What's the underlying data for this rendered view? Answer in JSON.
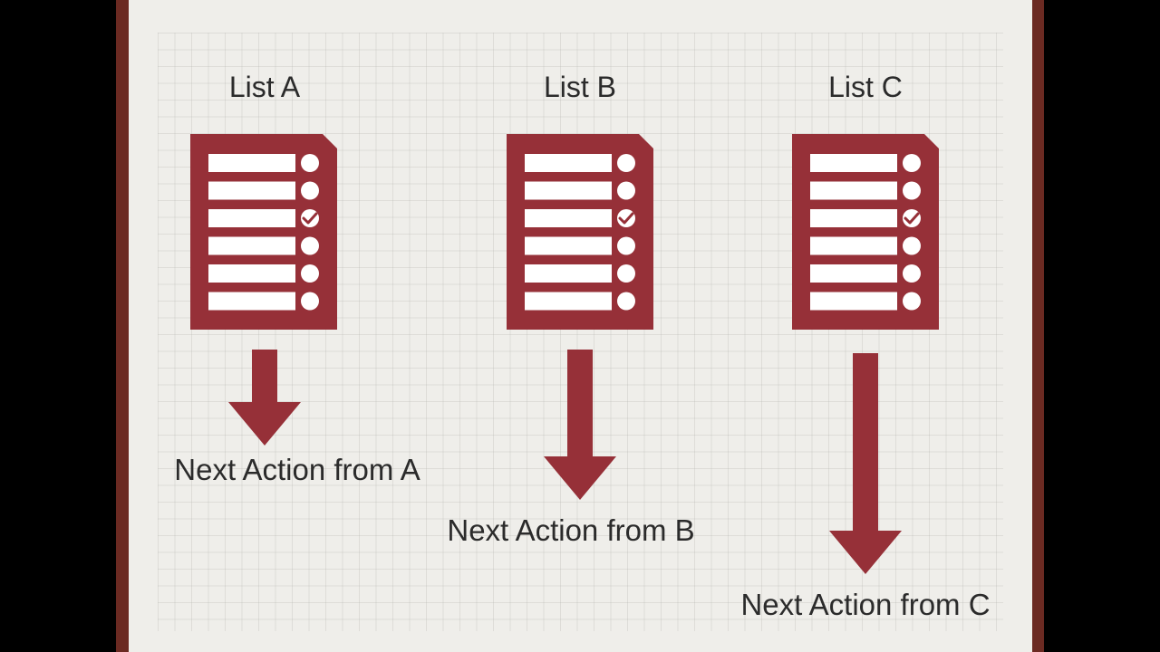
{
  "colors": {
    "accent": "#963038",
    "text": "#2b2b2b",
    "paper": "#efeeea",
    "frame": "#6b2a22",
    "background": "#000000"
  },
  "lists": [
    {
      "title": "List A",
      "next_action": "Next Action from A",
      "checked_item": 3,
      "icon": "checklist-document-icon",
      "arrow_icon": "arrow-down-icon"
    },
    {
      "title": "List B",
      "next_action": "Next Action from B",
      "checked_item": 3,
      "icon": "checklist-document-icon",
      "arrow_icon": "arrow-down-icon"
    },
    {
      "title": "List C",
      "next_action": "Next Action from C",
      "checked_item": 3,
      "icon": "checklist-document-icon",
      "arrow_icon": "arrow-down-icon"
    }
  ]
}
